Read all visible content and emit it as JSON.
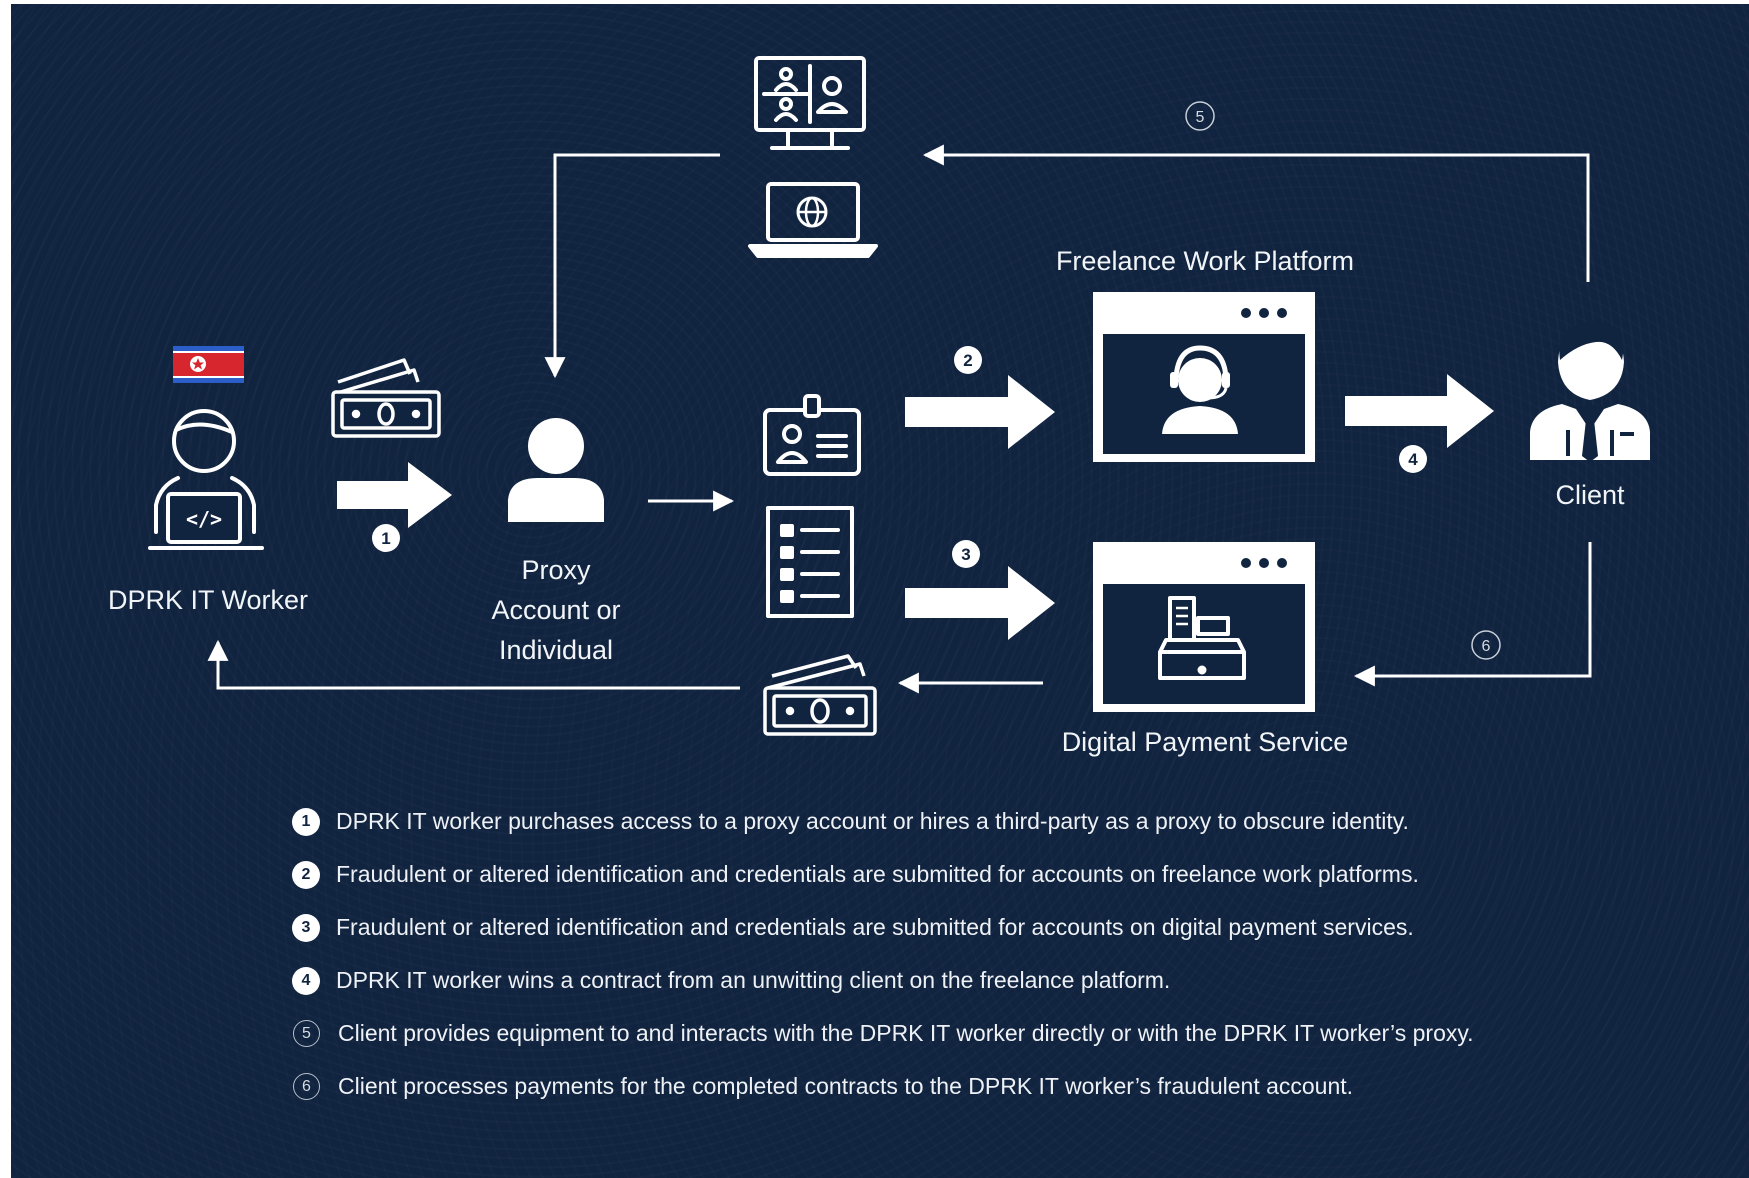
{
  "nodes": {
    "worker": "DPRK IT Worker",
    "proxy": "Proxy\nAccount or\nIndividual",
    "freelance": "Freelance Work Platform",
    "payment": "Digital Payment Service",
    "client": "Client"
  },
  "step_badges": [
    "1",
    "2",
    "3",
    "4",
    "5",
    "6"
  ],
  "legend": [
    {
      "num": "1",
      "style": "filled",
      "text": "DPRK IT worker purchases access to a proxy account or hires a third-party as a proxy to obscure identity."
    },
    {
      "num": "2",
      "style": "filled",
      "text": "Fraudulent or altered identification and credentials are submitted for accounts on freelance work platforms."
    },
    {
      "num": "3",
      "style": "filled",
      "text": "Fraudulent or altered identification and credentials are submitted for accounts on digital payment services."
    },
    {
      "num": "4",
      "style": "filled",
      "text": "DPRK IT worker wins a contract from an unwitting client on the freelance platform."
    },
    {
      "num": "5",
      "style": "outline",
      "text": "Client provides equipment to and interacts with the DPRK IT worker directly or with the DPRK IT worker’s proxy."
    },
    {
      "num": "6",
      "style": "outline",
      "text": "Client processes payments for the completed contracts to the DPRK IT worker’s fraudulent account."
    }
  ],
  "colors": {
    "background": "#10233f",
    "foreground": "#ffffff",
    "flag_red": "#d7262e",
    "flag_blue": "#2b5ec9"
  },
  "icons": [
    "flag-icon",
    "coder-icon",
    "cash-icon",
    "person-icon",
    "video-call-icon",
    "laptop-globe-icon",
    "id-card-icon",
    "checklist-icon",
    "support-agent-icon",
    "cash-register-icon",
    "businessman-icon"
  ]
}
